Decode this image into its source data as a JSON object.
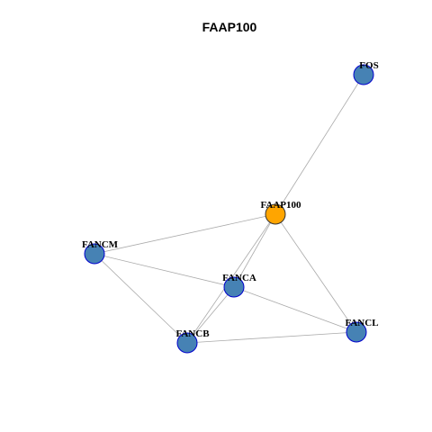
{
  "title": "FAAP100",
  "colors": {
    "center_fill": "#FFA500",
    "center_stroke": "#333333",
    "neighbor_fill": "#4682B4",
    "neighbor_stroke": "#0000CD",
    "edge": "#aaaaaa"
  },
  "nodes": [
    {
      "id": "FOS",
      "label": "FOS",
      "role": "neighbor"
    },
    {
      "id": "FAAP100",
      "label": "FAAP100",
      "role": "center"
    },
    {
      "id": "FANCM",
      "label": "FANCM",
      "role": "neighbor"
    },
    {
      "id": "FANCA",
      "label": "FANCA",
      "role": "neighbor"
    },
    {
      "id": "FANCL",
      "label": "FANCL",
      "role": "neighbor"
    },
    {
      "id": "FANCB",
      "label": "FANCB",
      "role": "neighbor"
    }
  ],
  "edges": [
    {
      "source": "FAAP100",
      "target": "FOS"
    },
    {
      "source": "FAAP100",
      "target": "FANCM"
    },
    {
      "source": "FAAP100",
      "target": "FANCA"
    },
    {
      "source": "FAAP100",
      "target": "FANCL"
    },
    {
      "source": "FAAP100",
      "target": "FANCB"
    },
    {
      "source": "FANCM",
      "target": "FANCA"
    },
    {
      "source": "FANCM",
      "target": "FANCB"
    },
    {
      "source": "FANCA",
      "target": "FANCB"
    },
    {
      "source": "FANCA",
      "target": "FANCL"
    },
    {
      "source": "FANCB",
      "target": "FANCL"
    }
  ]
}
